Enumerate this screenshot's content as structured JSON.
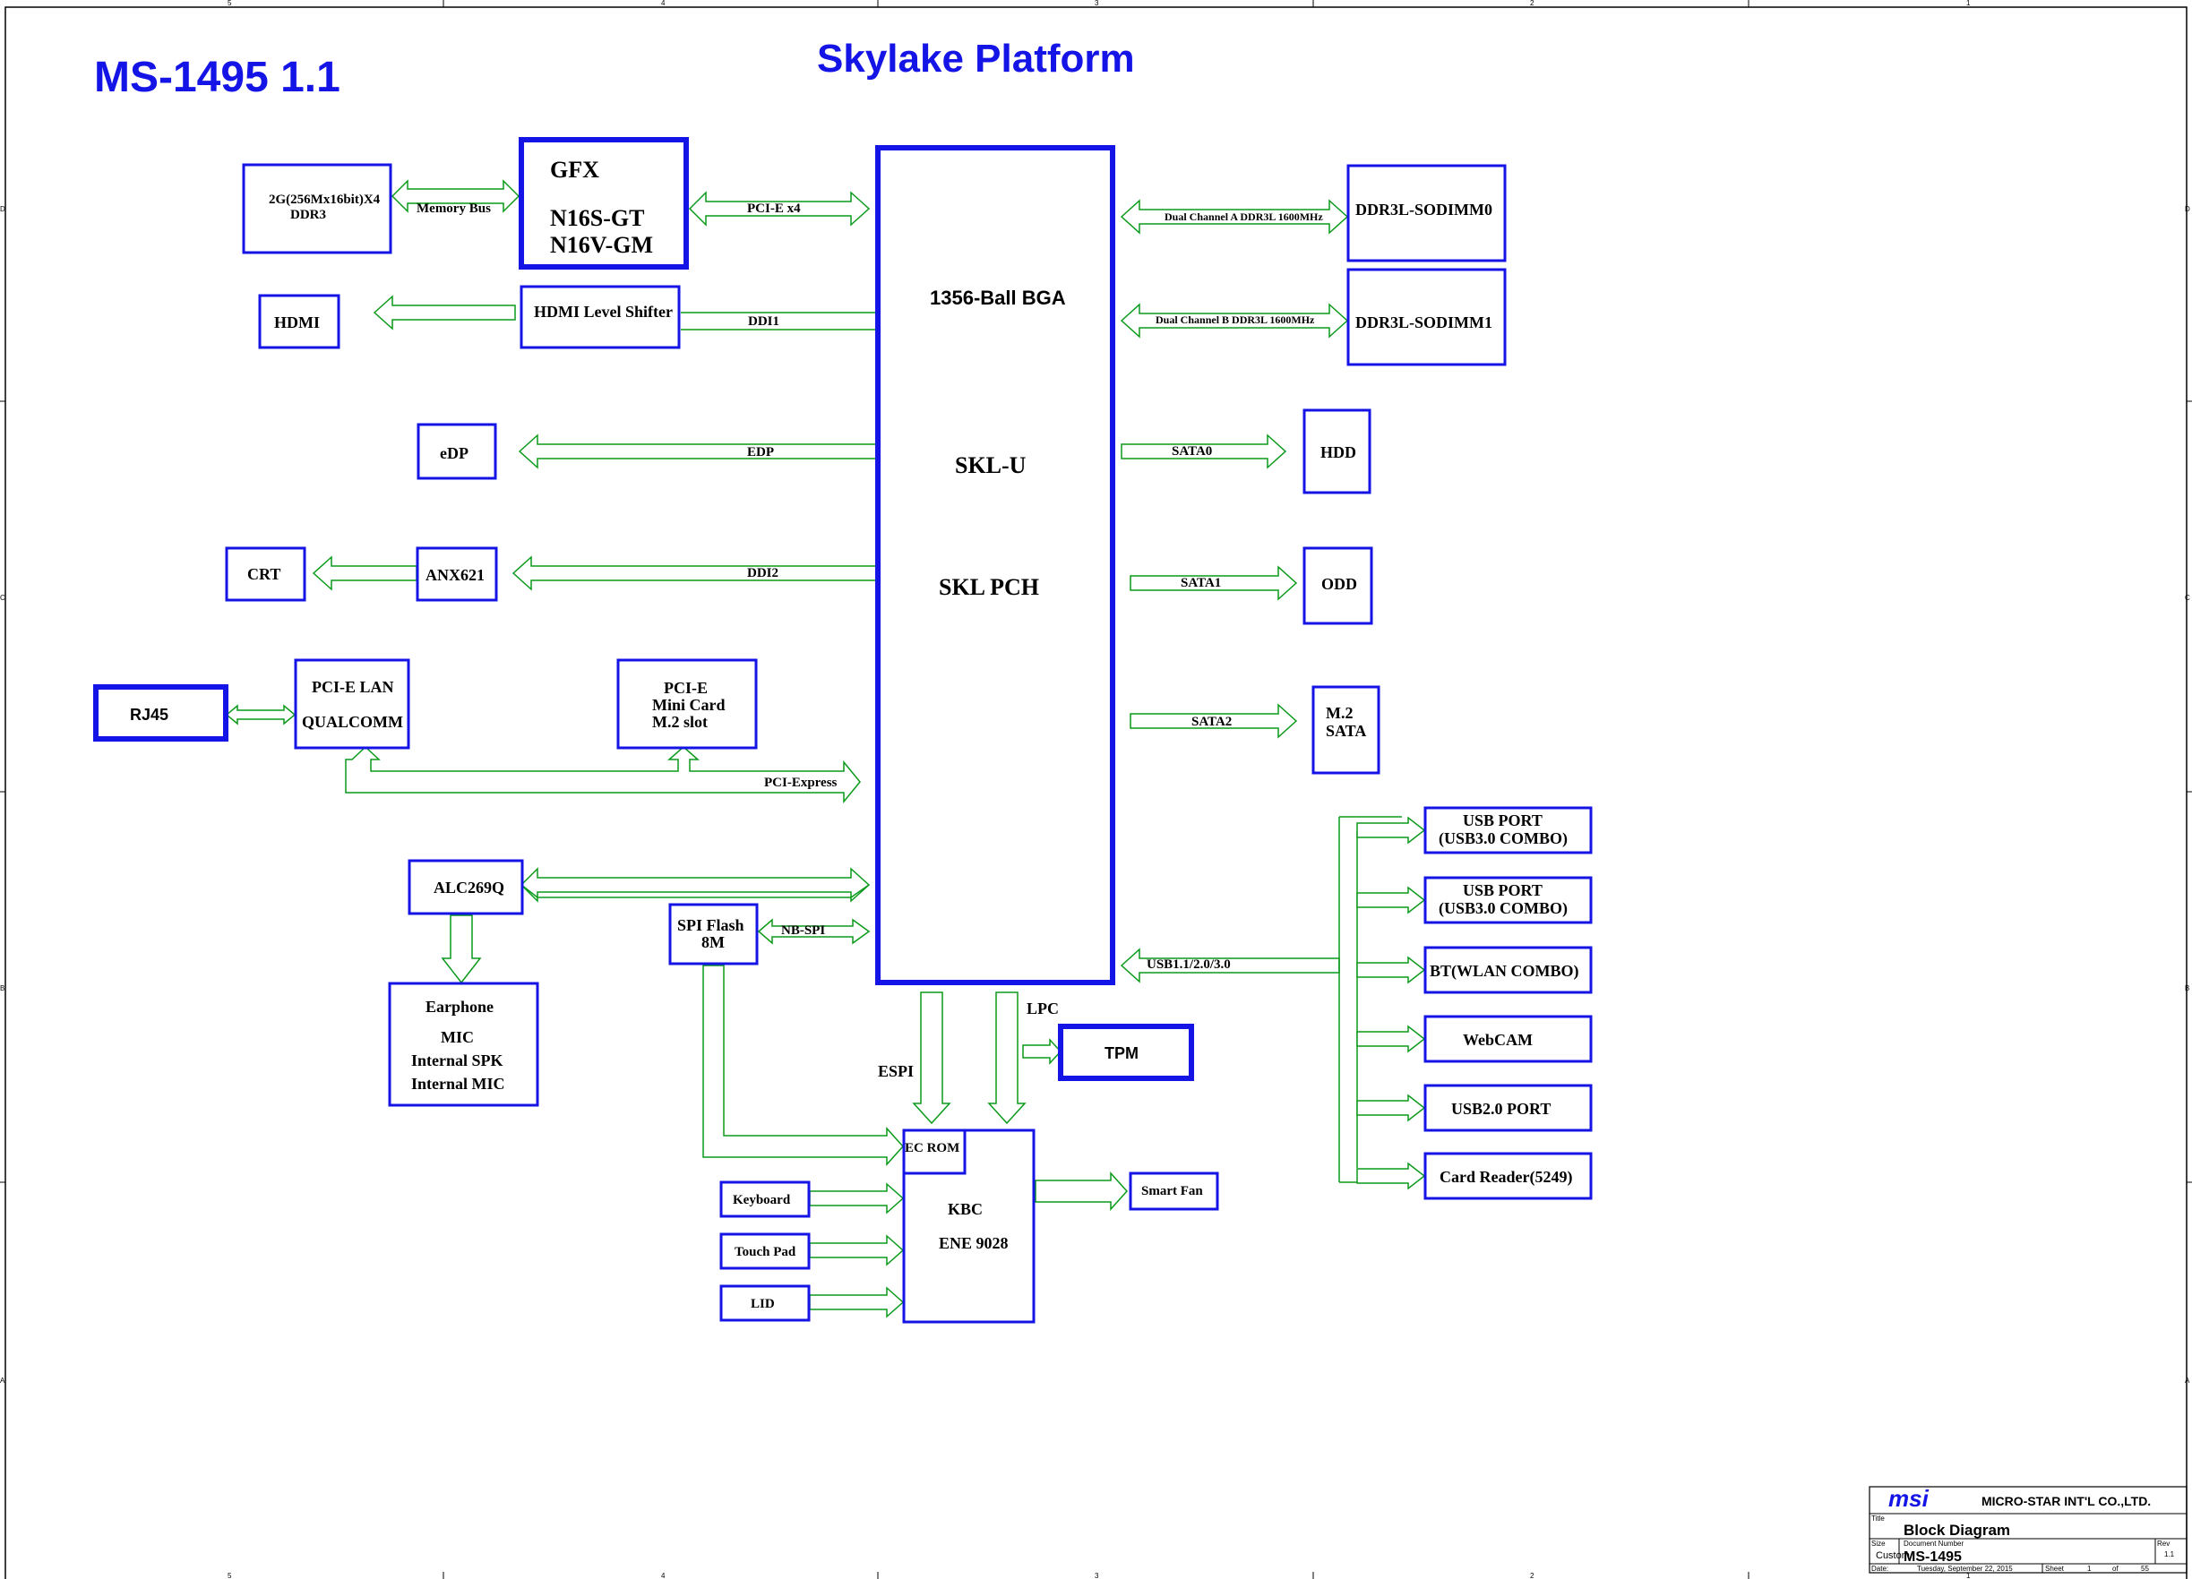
{
  "header": {
    "model": "MS-1495 1.1",
    "platform": "Skylake Platform"
  },
  "cpu": {
    "package": "1356-Ball BGA",
    "line1": "SKL-U",
    "line2": "SKL PCH"
  },
  "blocks": {
    "ddr3_line1": "2G(256Mx16bit)X4",
    "ddr3_line2": "DDR3",
    "gfx_line1": "GFX",
    "gfx_line2": "N16S-GT",
    "gfx_line3": "N16V-GM",
    "hdmi": "HDMI",
    "hdmi_shifter": "HDMI Level Shifter",
    "edp": "eDP",
    "crt": "CRT",
    "anx": "ANX621",
    "rj45": "RJ45",
    "lan_line1": "PCI-E LAN",
    "lan_line2": "QUALCOMM",
    "minicard_line1": "PCI-E",
    "minicard_line2": "Mini Card",
    "minicard_line3": "M.2 slot",
    "alc": "ALC269Q",
    "audio_line1": "Earphone",
    "audio_line2": "MIC",
    "audio_line3": "Internal SPK",
    "audio_line4": "Internal MIC",
    "spi_line1": "SPI Flash",
    "spi_line2": "8M",
    "keyboard": "Keyboard",
    "touchpad": "Touch Pad",
    "lid": "LID",
    "ec_rom": "EC ROM",
    "kbc_line1": "KBC",
    "kbc_line2": "ENE 9028",
    "smart_fan": "Smart Fan",
    "tpm": "TPM",
    "sodimm0": "DDR3L-SODIMM0",
    "sodimm1": "DDR3L-SODIMM1",
    "hdd": "HDD",
    "odd": "ODD",
    "m2_line1": "M.2",
    "m2_line2": "SATA",
    "usb1_line1": "USB PORT",
    "usb1_line2": "(USB3.0 COMBO)",
    "usb2_line1": "USB PORT",
    "usb2_line2": "(USB3.0 COMBO)",
    "bt": "BT(WLAN COMBO)",
    "webcam": "WebCAM",
    "usb20": "USB2.0 PORT",
    "cardreader": "Card Reader(5249)"
  },
  "buses": {
    "memory_bus": "Memory Bus",
    "pcie_x4": "PCI-E x4",
    "ddi1": "DDI1",
    "edp_bus": "EDP",
    "ddi2": "DDI2",
    "pci_express": "PCI-Express",
    "nb_spi": "NB-SPI",
    "espi": "ESPI",
    "lpc": "LPC",
    "dual_a": "Dual Channel A DDR3L 1600MHz",
    "dual_b": "Dual Channel B DDR3L 1600MHz",
    "sata0": "SATA0",
    "sata1": "SATA1",
    "sata2": "SATA2",
    "usb": "USB1.1/2.0/3.0"
  },
  "title_block": {
    "company": "MICRO-STAR INT'L CO.,LTD.",
    "logo": "msi",
    "title_label": "Title",
    "title": "Block Diagram",
    "size_label": "Size",
    "size_value": "Custom",
    "docnum_label": "Document Number",
    "docnum": "MS-1495",
    "rev_label": "Rev",
    "rev": "1.1",
    "date_label": "Date:",
    "date": "Tuesday, September 22, 2015",
    "sheet_label": "Sheet",
    "sheet": "1",
    "of_label": "of",
    "total": "55"
  },
  "frame": {
    "col_labels": [
      "5",
      "4",
      "3",
      "2",
      "1"
    ],
    "row_labels": [
      "D",
      "C",
      "B",
      "A"
    ]
  },
  "colors": {
    "box_stroke": "#1414e6",
    "heading": "#1414e6",
    "arrow": "#0a9a1a",
    "text": "#000000"
  }
}
